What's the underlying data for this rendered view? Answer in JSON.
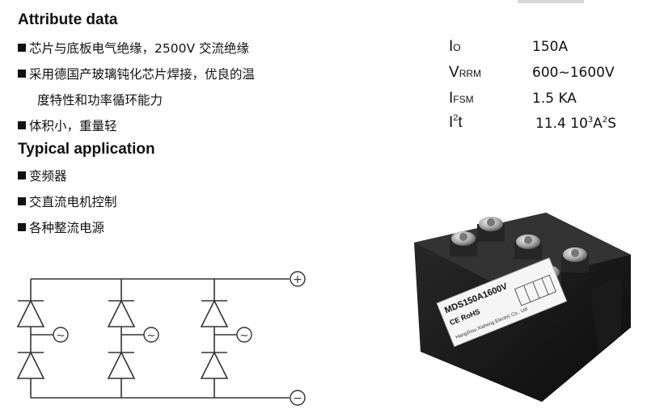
{
  "attribute": {
    "heading": "Attribute data",
    "items": [
      "芯片与底板电气绝缘，2500V 交流绝缘",
      "采用德国产玻璃钝化芯片焊接，优良的温",
      "度特性和功率循环能力",
      "体积小，重量轻"
    ]
  },
  "application": {
    "heading": "Typical application",
    "items": [
      "变频器",
      "交直流电机控制",
      "各种整流电源"
    ]
  },
  "ratings": {
    "io": {
      "sym": "I",
      "sub": "O",
      "value": "150A"
    },
    "vrrm": {
      "sym": "V",
      "sub": "RRM",
      "value": "600~1600V"
    },
    "ifsm": {
      "sym": "I",
      "sub": "FSM",
      "value": "1.5 KA"
    },
    "i2t": {
      "sym": "I",
      "sup": "2",
      "sym2": "t",
      "value_a": "11.4 10",
      "value_sup1": "3",
      "value_b": "A",
      "value_sup2": "2",
      "value_c": "S"
    }
  },
  "circuit": {
    "plus": "+",
    "minus": "−",
    "ac": "~"
  },
  "module": {
    "model": "MDS150A1600V",
    "ce": "CE RoHS",
    "maker": "Hangzhou Xiaheng Electric Co., Ltd"
  }
}
